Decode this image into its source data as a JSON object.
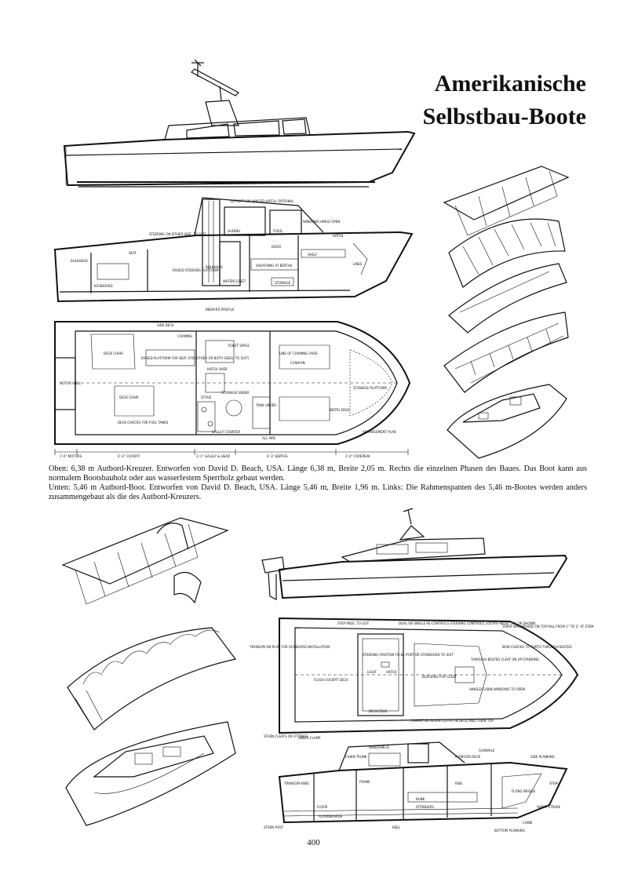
{
  "title": {
    "line1": "Amerikanische",
    "line2": "Selbstbau-Boote"
  },
  "captions": {
    "oben": "Oben: 6,38 m Autbord-Kreuzer. Entworfen von David D. Beach, USA. Länge 6,38 m, Breite 2,05 m. Rechts die einzelnen Phasen des Baues. Das Boot kann aus normalem Bootsbauholz oder aus wasserfestem Sperrholz gebaut werden.",
    "unten": "Unten: 5,46 m Autbord-Boot. Entworfen von David D. Beach, USA. Länge 5,46 m, Breite 1,96 m. Links: Die Rahmenspanten des 5,46 m-Bootes werden anders zusammengebaut als die des Autbord-Kreuzers."
  },
  "page_number": "400",
  "drawing_labels": {
    "lift_off": "\"LIFT-OFF\" OR HINGED HATCH, OPTIONAL",
    "windows": "WINDOWS HINGE OPEN",
    "sliding": "SLIDING",
    "fixed": "FIXED",
    "hatch": "HATCH",
    "steering": "STEERING ON EITHER SIDE, TO SUIT",
    "door": "DOOR",
    "shelf": "SHELF",
    "bulkhead": "BULKHEAD",
    "seat": "SEAT",
    "raised_steering": "RAISED STEERING PLATFORM",
    "bulkhead2": "BULKHEAD",
    "sheathing": "SHEATHING AT BERTHS",
    "water_closet": "WATERCLOSET",
    "stowage": "STOWAGE",
    "kickboard": "KICKBOARD",
    "lines": "LINES",
    "inboard_profile": "INBOARD PROFILE",
    "side_deck": "SIDE DECK",
    "coaming": "COAMING",
    "deck_chair": "DECK CHAIR",
    "raised_platform": "RAISED PLATFORM FOR SEAT (FOR OTHER OR BOTH SIDES, TO SUIT)",
    "toilet_space": "TOILET SPACE",
    "line_of_coaming": "LINE OF COAMING OVER",
    "hatch_over": "HATCH OVER",
    "cushion": "CUSHION",
    "motor_well": "MOTOR WELL",
    "stowage_under": "STOWAGE UNDER",
    "stowage_platform": "STOWAGE PLATFORM",
    "deck_chair2": "DECK CHAIR",
    "stove": "STOVE",
    "tank_under": "TANK UNDER",
    "berth_edge": "BERTH EDGE",
    "chocks": "DECK CHOCKS FOR FUEL TANKS",
    "galley_counter": "GALLEY COUNTER",
    "all_pipe": "ALL PIPE",
    "arrangement_plan": "ARRANGEMENT PLAN",
    "dim_motors": "1'-6\" MOTORS",
    "dim_cockpit": "6'-3\" COCKPIT",
    "dim_galley": "3'-1\" GALLEY & HEAD",
    "dim_berths": "6'-3\" BERTHS",
    "dim_forepeak": "3'-4\" FOREPEAK",
    "step_pads": "STEP PADS, TO SUIT",
    "dual_steering": "DUAL OR SINGLE RE-CONTROLS STEERING CONTROLS, LOCATE ABOUT 24\" OR SHOWN",
    "taper_washboard": "TAPER WASHBOARD ON TOP RAIL FROM 1\" TO 2\" AT STEM",
    "steering_position": "STEERING POSITION TO BE PORT OR STARBOARD TO SUIT",
    "bow_chocks": "BOW CHOCKS TO FAIRTO THROUGH BOLTED",
    "transom_plan": "TRANSOM ON PLAN FOR OUTBOARD INSTALLATION",
    "through_bolted": "THROUGH BOLTED CLEAT ON UP-STANDING",
    "flush_deck": "FLUSH COCKPIT DECK",
    "light": "LIGHT",
    "hatch2": "HATCH",
    "blocking": "BLOCKING FOR CLEAT",
    "hinged_windshield": "HINGED CABIN WINDOWS TO OPEN",
    "deck_edge": "DECK EDGE",
    "carpet": "CARPET OR GLASS CLOTH ON DECK AND CABIN TOP",
    "stern_cleats": "STERN CLEATS OR FITTINGS",
    "sheer_clamp": "SHEER CLAMP",
    "keel": "KEEL",
    "stem": "STEM",
    "chine": "CHINE",
    "frame": "FRAME",
    "stringers": "STRINGERS",
    "floor": "FLOOR",
    "plywood_deck": "PLYWOOD DECK",
    "side_plank": "SIDE PLANKING",
    "bottom_plank": "BOTTOM PLANKING",
    "windshield": "WINDSHIELD",
    "flying_bridge": "FLYING BRIDGE",
    "gunwale": "GUNWALE",
    "sheer_strake": "SHEER STRAKE",
    "ribs": "RIBS",
    "transom_knee": "TRANSOM KNEE",
    "stern_post": "STERN POST",
    "cabin_trunk": "CABIN TRUNK",
    "bunk": "BUNK",
    "floorboards": "FLOORBOARDS"
  }
}
